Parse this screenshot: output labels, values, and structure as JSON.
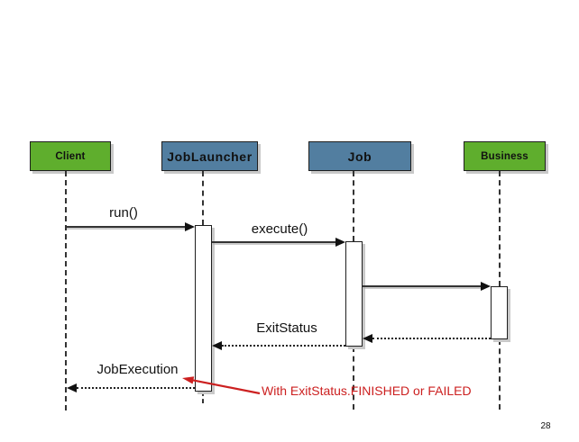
{
  "diagram": {
    "kind": "uml-sequence-diagram",
    "actors": [
      {
        "id": "client",
        "label": "Client",
        "color": "#5fae2d"
      },
      {
        "id": "joblauncher",
        "label": "JobLauncher",
        "color": "#527ea0"
      },
      {
        "id": "job",
        "label": "Job",
        "color": "#527ea0"
      },
      {
        "id": "business",
        "label": "Business",
        "color": "#5fae2d"
      }
    ],
    "messages": [
      {
        "label": "run()",
        "from": "client",
        "to": "joblauncher",
        "style": "sync"
      },
      {
        "label": "execute()",
        "from": "joblauncher",
        "to": "job",
        "style": "sync"
      },
      {
        "label": "",
        "from": "job",
        "to": "business",
        "style": "sync"
      },
      {
        "label": "",
        "from": "business",
        "to": "job",
        "style": "return"
      },
      {
        "label": "ExitStatus",
        "from": "job",
        "to": "joblauncher",
        "style": "return"
      },
      {
        "label": "JobExecution",
        "from": "joblauncher",
        "to": "client",
        "style": "return"
      }
    ],
    "annotation": {
      "text": "With ExitStatus.FINISHED or FAILED",
      "color": "#cc2020",
      "points_to": "JobExecution return message"
    },
    "page_number": "28"
  }
}
